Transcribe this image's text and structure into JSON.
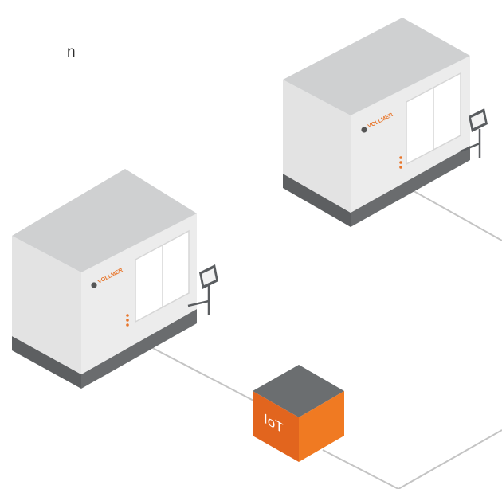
{
  "diagram": {
    "corner_text": "n",
    "machines": [
      {
        "id": "machine-top-right",
        "brand": "VOLLMER"
      },
      {
        "id": "machine-left",
        "brand": "VOLLMER"
      }
    ],
    "iot_hub": {
      "label": "IoT"
    },
    "colors": {
      "body_front": "#ececec",
      "body_side": "#e3e3e3",
      "roof": "#cfd0d1",
      "base": "#5d5f61",
      "window": "#ffffff",
      "window_frame": "#d6d6d6",
      "accent_orange": "#e8752a",
      "cube_top": "#6b6e70",
      "cube_front": "#e2651e",
      "cube_side": "#f07a22",
      "network_line": "#c4c4c4",
      "terminal": "#5a5d60",
      "terminal_screen": "#f2f2f2"
    },
    "icons": [
      "vollmer-logo-icon",
      "status-lights-icon",
      "control-terminal-icon"
    ]
  }
}
